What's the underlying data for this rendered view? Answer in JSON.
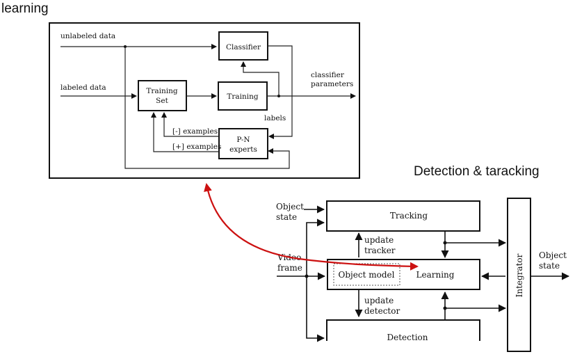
{
  "headings": {
    "learning": "learning",
    "detection": "Detection & taracking"
  },
  "learning_diagram": {
    "unlabeled_data": "unlabeled data",
    "labeled_data": "labeled data",
    "classifier": "Classifier",
    "training_set_1": "Training",
    "training_set_2": "Set",
    "training": "Training",
    "classifier_parameters_1": "classifier",
    "classifier_parameters_2": "parameters",
    "labels": "labels",
    "neg_examples": "[-] examples",
    "pos_examples": "[+] examples",
    "pn_experts_1": "P-N",
    "pn_experts_2": "experts"
  },
  "tracking_diagram": {
    "object_state_in_1": "Object",
    "object_state_in_2": "state",
    "tracking": "Tracking",
    "update_tracker_1": "update",
    "update_tracker_2": "tracker",
    "video_frame_1": "Video",
    "video_frame_2": "frame",
    "object_model": "Object model",
    "learning": "Learning",
    "update_detector_1": "update",
    "update_detector_2": "detector",
    "detection": "Detection",
    "integrator": "Integrator",
    "object_state_out_1": "Object",
    "object_state_out_2": "state"
  },
  "colors": {
    "accent_arrow": "#cc1111"
  }
}
